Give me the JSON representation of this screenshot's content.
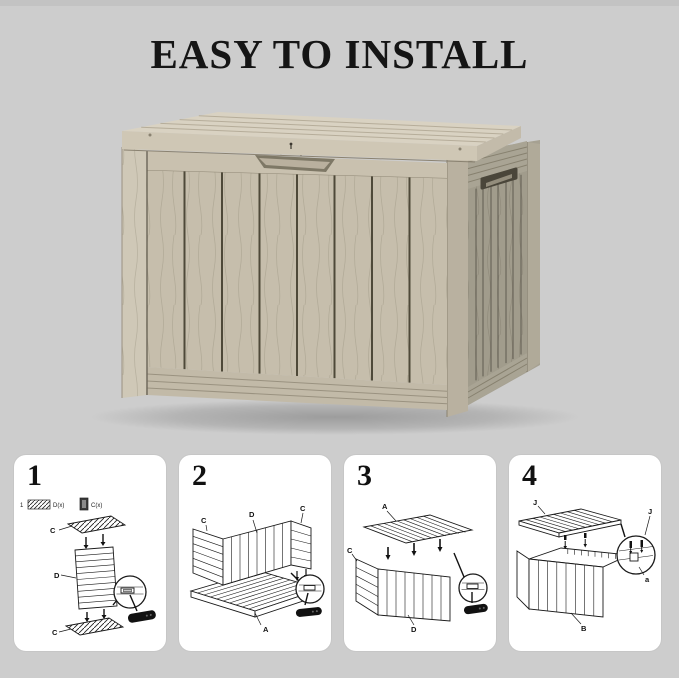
{
  "title": "EASY TO INSTALL",
  "colors": {
    "page_background": "#cdcdcd",
    "top_strip": "#c3c3c3",
    "card_background": "#ffffff",
    "title_text": "#151515",
    "box_lid": "#d9d2c2",
    "box_front": "#c6beac",
    "box_side": "#a19c8c",
    "diagram_ink": "#1a1a1a"
  },
  "steps": [
    {
      "number": "1",
      "legend": {
        "index": "1",
        "items": [
          {
            "icon": "slat-panel-swatch",
            "label": "D(x)"
          },
          {
            "icon": "clip-swatch",
            "label": "C(x)"
          }
        ]
      },
      "labels": {
        "top": "C",
        "middle": "D",
        "bottom": "C"
      }
    },
    {
      "number": "2",
      "labels": {
        "left": "C",
        "back": "D",
        "right": "C",
        "base": "A"
      }
    },
    {
      "number": "3",
      "labels": {
        "top": "A",
        "left": "C",
        "front": "D"
      }
    },
    {
      "number": "4",
      "labels": {
        "lid": "J",
        "detail_top": "J",
        "box": "B",
        "detail": "a"
      }
    }
  ]
}
